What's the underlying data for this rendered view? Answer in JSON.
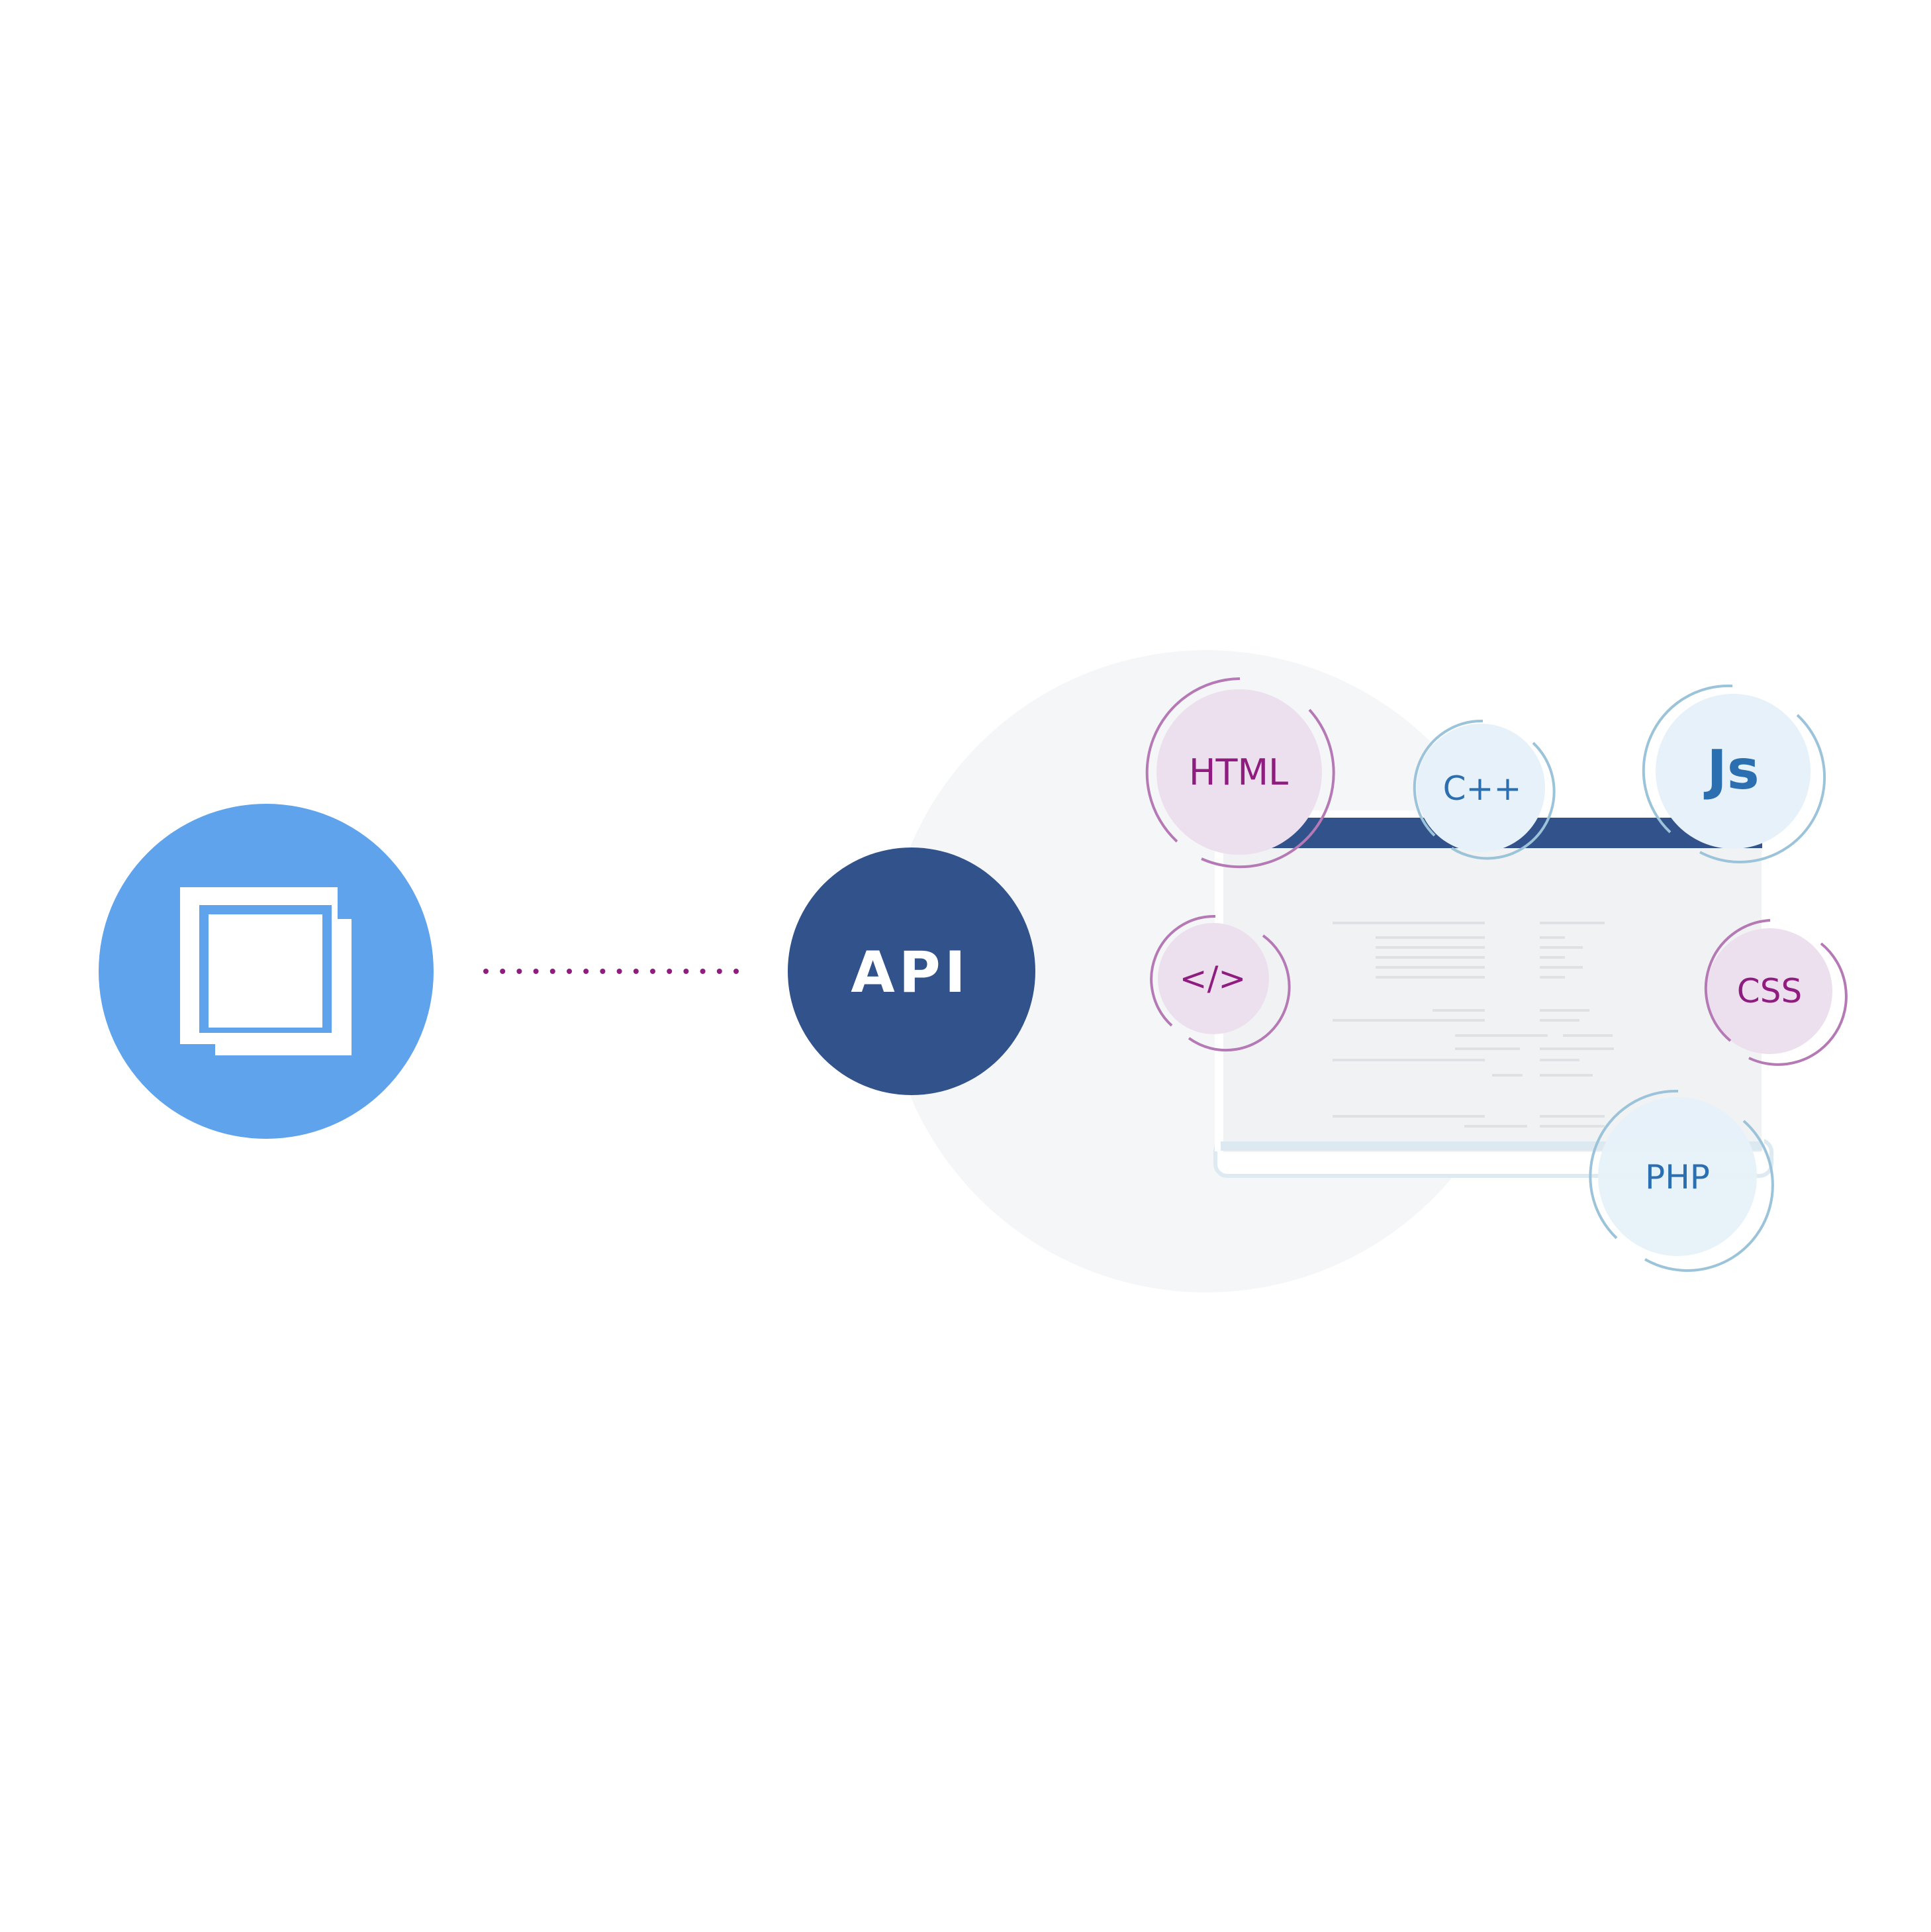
{
  "api": {
    "label": "API"
  },
  "badges": {
    "html": "HTML",
    "cpp": "C++",
    "js": "Js",
    "code": "</>",
    "css": "CSS",
    "php": "PHP"
  },
  "icons": {
    "app": "windows-stack-icon",
    "browser": "browser-window-icon"
  },
  "colors": {
    "app_circle": "#5fa3ec",
    "api_circle": "#31528a",
    "browser_bar": "#31528a",
    "purple_text": "#8e1d7f",
    "blue_text": "#2b6fb1",
    "purple_fill": "#ede0ee",
    "blue_fill": "#e6f1f9",
    "backdrop": "#f5f6f8",
    "dots": "#8e1d7f"
  }
}
